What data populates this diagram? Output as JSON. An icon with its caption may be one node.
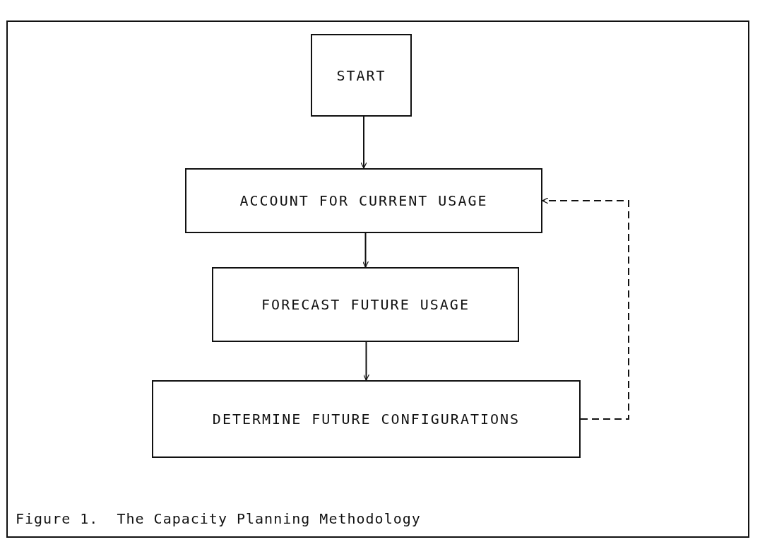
{
  "diagram": {
    "caption": "Figure 1.  The Capacity Planning Methodology",
    "nodes": [
      {
        "text": [
          "START"
        ]
      },
      {
        "text": [
          "ACCOUNT FOR CURRENT USAGE"
        ]
      },
      {
        "text": [
          "FORECAST FUTURE USAGE"
        ]
      },
      {
        "text": [
          "DETERMINE FUTURE CONFIGURATIONS"
        ]
      }
    ],
    "edges": [
      {
        "from": 0,
        "to": 1,
        "arrow": "to"
      },
      {
        "from": 1,
        "to": 2,
        "arrow": "to"
      },
      {
        "from": 2,
        "to": 3,
        "arrow": "to"
      },
      {
        "from": 3,
        "to": 1,
        "arrow": "to",
        "style": "dashed"
      }
    ]
  }
}
